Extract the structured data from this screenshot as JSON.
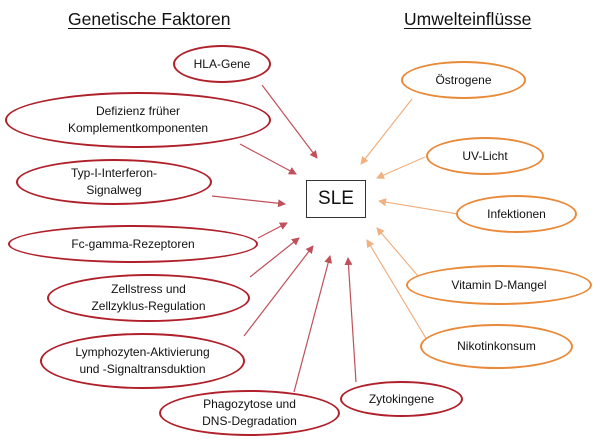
{
  "headings": {
    "genetic": "Genetische Faktoren",
    "environmental": "Umwelteinflüsse"
  },
  "center": {
    "label": "SLE"
  },
  "genetic_factors": [
    {
      "id": "hla",
      "label": "HLA-Gene"
    },
    {
      "id": "complement",
      "label": "Defizienz früher\nKomplementkomponenten"
    },
    {
      "id": "interferon",
      "label": "Typ-I-Interferon-\nSignalweg"
    },
    {
      "id": "fcgamma",
      "label": "Fc-gamma-Rezeptoren"
    },
    {
      "id": "cellstress",
      "label": "Zellstress und\nZellzyklus-Regulation"
    },
    {
      "id": "lymphocyte",
      "label": "Lymphozyten-Aktivierung\nund -Signaltransduktion"
    },
    {
      "id": "phagocytosis",
      "label": "Phagozytose und\nDNS-Degradation"
    },
    {
      "id": "cytokines",
      "label": "Zytokingene"
    }
  ],
  "environmental_factors": [
    {
      "id": "estrogen",
      "label": "Östrogene"
    },
    {
      "id": "uv",
      "label": "UV-Licht"
    },
    {
      "id": "infections",
      "label": "Infektionen"
    },
    {
      "id": "vitd",
      "label": "Vitamin D-Mangel"
    },
    {
      "id": "nicotine",
      "label": "Nikotinkonsum"
    }
  ],
  "colors": {
    "genetic": "#b0202a",
    "environmental": "#e98a3a",
    "genetic_arrow": "#c0505a",
    "environmental_arrow": "#f0b080"
  }
}
